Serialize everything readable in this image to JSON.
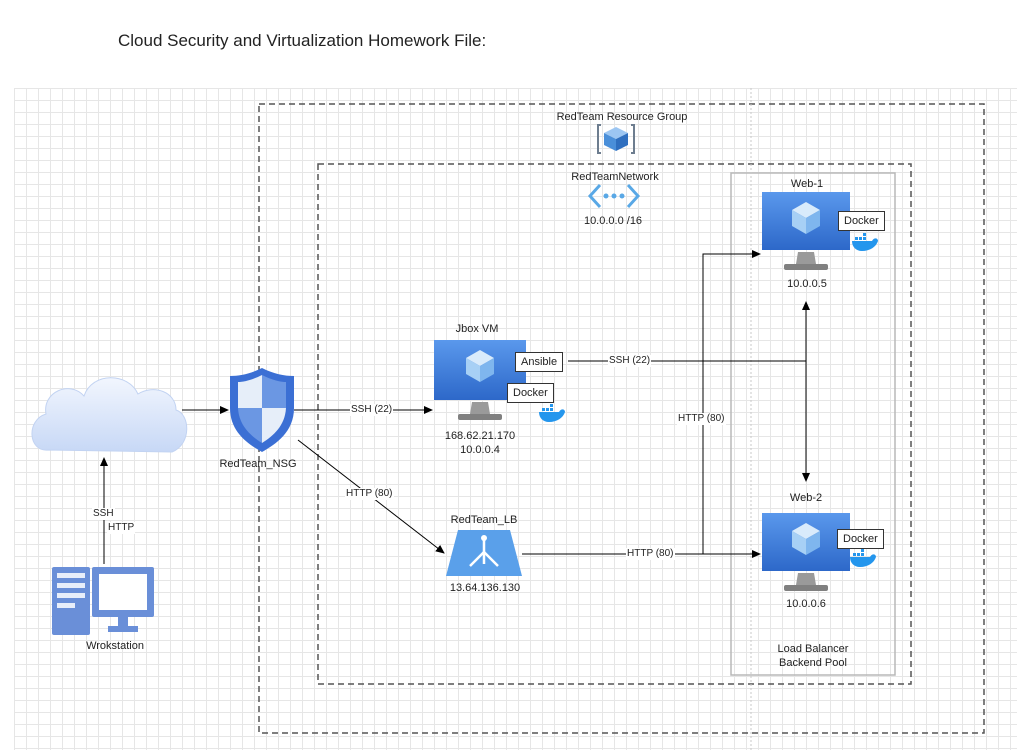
{
  "page": {
    "title": "Cloud Security and Virtualization Homework File:"
  },
  "diagram": {
    "resource_group": {
      "label": "RedTeam Resource Group",
      "icon": "resource-group-icon"
    },
    "network": {
      "label": "RedTeamNetwork",
      "cidr": "10.0.0.0 /16",
      "icon": "vnet-icon"
    },
    "backend_pool": {
      "label_line1": "Load Balancer",
      "label_line2": "Backend Pool"
    },
    "nsg": {
      "label": "RedTeam_NSG",
      "icon": "shield-icon"
    },
    "internet": {
      "icon": "cloud-icon"
    },
    "workstation": {
      "label": "Wrokstation",
      "icon": "workstation-icon",
      "protocol_1": "SSH",
      "protocol_2": "HTTP"
    },
    "jbox": {
      "title": "Jbox VM",
      "public_ip": "168.62.21.170",
      "private_ip": "10.0.0.4",
      "tag_ansible": "Ansible",
      "tag_docker": "Docker"
    },
    "web1": {
      "title": "Web-1",
      "ip": "10.0.0.5",
      "tag_docker": "Docker"
    },
    "web2": {
      "title": "Web-2",
      "ip": "10.0.0.6",
      "tag_docker": "Docker"
    },
    "lb": {
      "title": "RedTeam_LB",
      "ip": "13.64.136.130",
      "icon": "load-balancer-icon"
    },
    "edges": {
      "nsg_to_jbox": "SSH (22)",
      "nsg_to_lb": "HTTP (80)",
      "jbox_to_web": "SSH (22)",
      "lb_to_web": "HTTP (80)",
      "http_vertical": "HTTP (80)"
    },
    "colors": {
      "vm_blue": "#3f7fde",
      "vm_dark": "#2a5db0",
      "shield": "#3a6ed4",
      "cloud": "#d6e2f9",
      "stand": "#999999"
    }
  }
}
